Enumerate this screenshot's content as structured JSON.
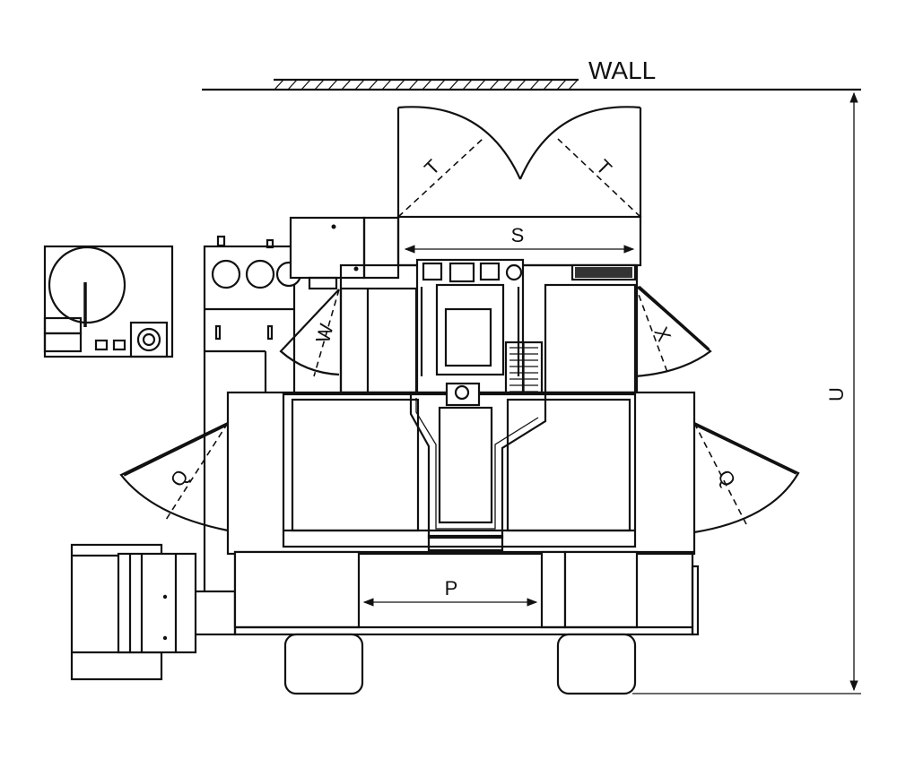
{
  "labels": {
    "wall": "WALL",
    "s": "S",
    "t_left": "T",
    "t_right": "T",
    "u": "U",
    "p": "P",
    "w": "W",
    "x": "X",
    "q_left": "Q",
    "q_right": "Q"
  }
}
